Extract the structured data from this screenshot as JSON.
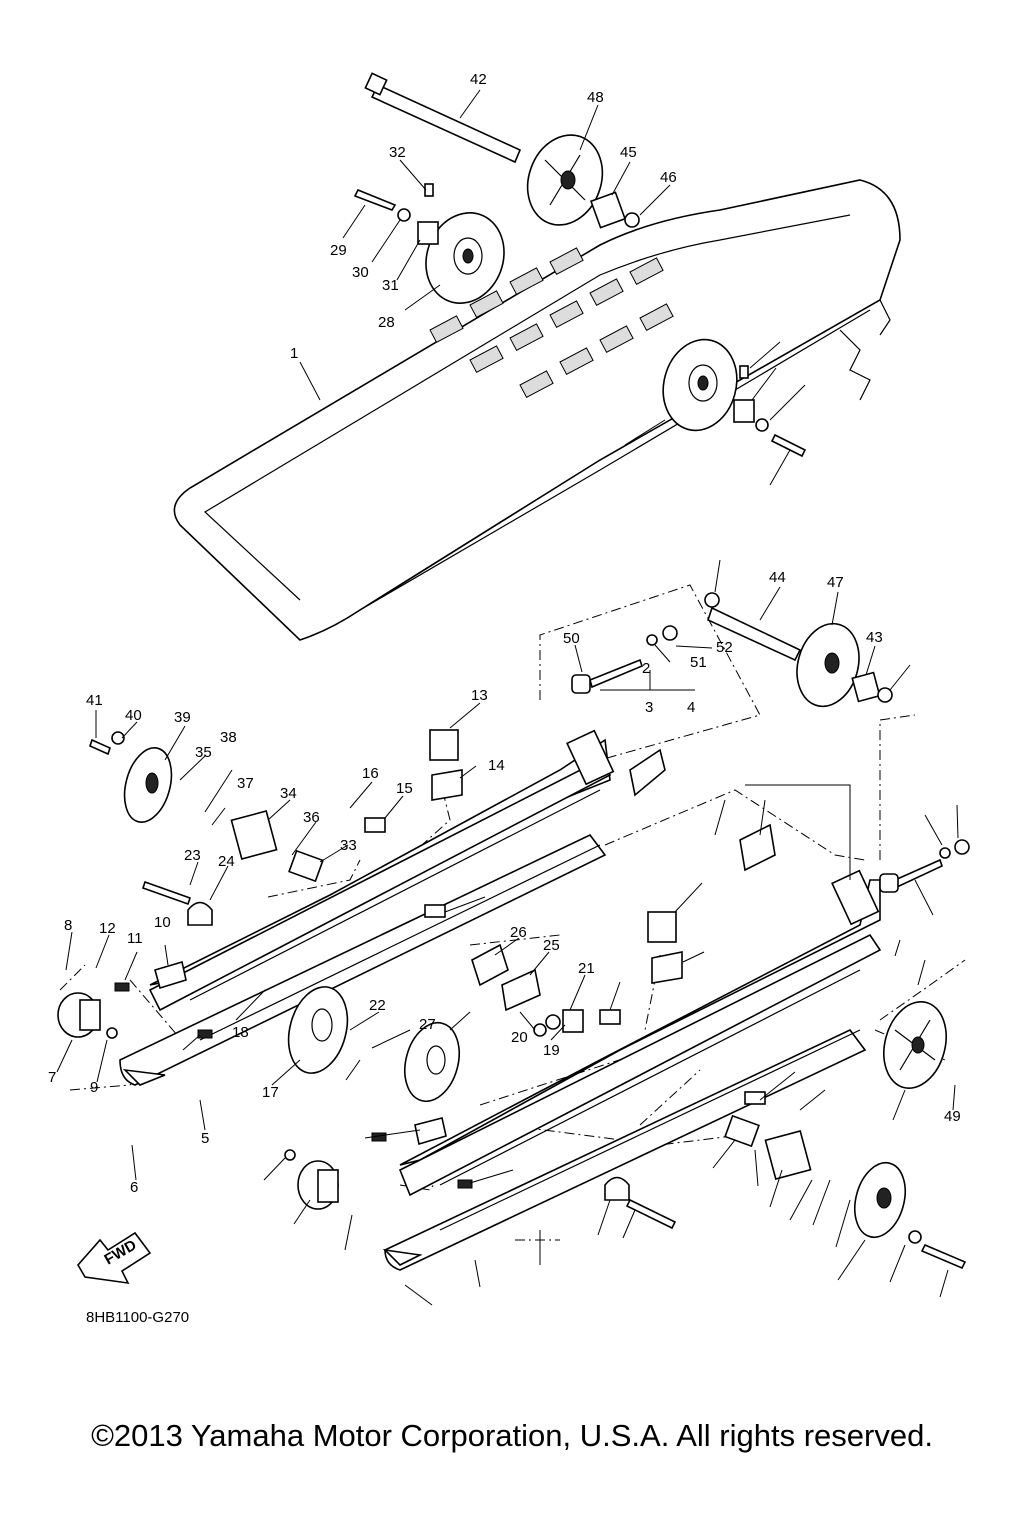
{
  "callouts": [
    "1",
    "2",
    "3",
    "4",
    "5",
    "6",
    "7",
    "8",
    "9",
    "10",
    "11",
    "12",
    "13",
    "14",
    "15",
    "16",
    "17",
    "18",
    "19",
    "20",
    "21",
    "22",
    "23",
    "24",
    "25",
    "26",
    "27",
    "28",
    "29",
    "30",
    "31",
    "32",
    "33",
    "34",
    "35",
    "36",
    "37",
    "38",
    "39",
    "40",
    "41",
    "42",
    "43",
    "44",
    "45",
    "46",
    "47",
    "48",
    "49",
    "50",
    "51",
    "52"
  ],
  "fwd_label": "FWD",
  "drawing_code": "8HB1100-G270",
  "copyright": "©2013 Yamaha Motor Corporation, U.S.A. All rights reserved."
}
